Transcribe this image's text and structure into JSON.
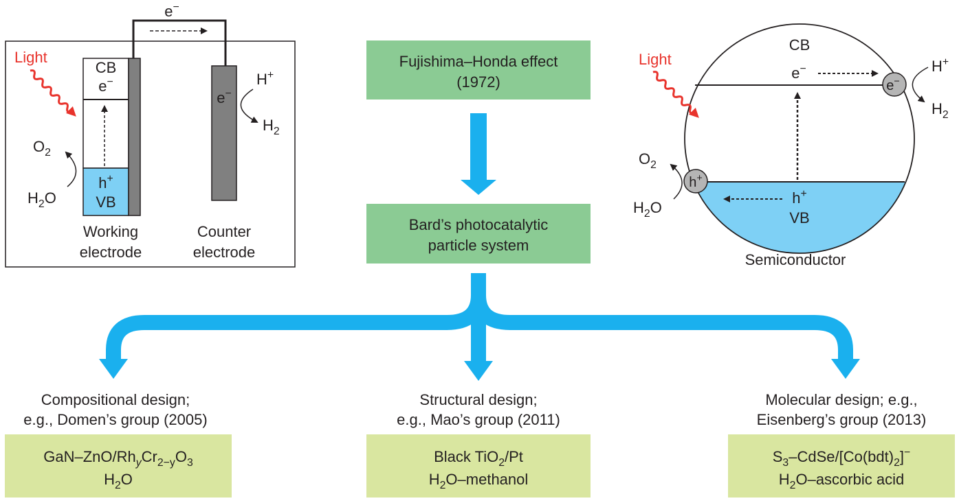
{
  "left_panel": {
    "light": "Light",
    "cb": "CB",
    "e_wire": "e",
    "e_wire_sup": "−",
    "e_cb": "e",
    "e_cb_sup": "−",
    "h_vb": "h",
    "h_vb_sup": "+",
    "vb": "VB",
    "o2": "O",
    "o2_sub": "2",
    "h2o_h": "H",
    "h2o_sub": "2",
    "h2o_o": "O",
    "e_counter": "e",
    "e_counter_sup": "−",
    "hplus": "H",
    "hplus_sup": "+",
    "h2": "H",
    "h2_sub": "2",
    "working_1": "Working",
    "working_2": "electrode",
    "counter_1": "Counter",
    "counter_2": "electrode"
  },
  "center": {
    "box1_line1": "Fujishima–Honda effect",
    "box1_line2": "(1972)",
    "box2_line1": "Bard’s photocatalytic",
    "box2_line2": "particle system"
  },
  "right_panel": {
    "light": "Light",
    "cb": "CB",
    "e_cb": "e",
    "e_cb_sup": "−",
    "e_ball": "e",
    "e_ball_sup": "−",
    "h_ball": "h",
    "h_ball_sup": "+",
    "h_vb": "h",
    "h_vb_sup": "+",
    "vb": "VB",
    "hplus": "H",
    "hplus_sup": "+",
    "h2": "H",
    "h2_sub": "2",
    "o2": "O",
    "o2_sub": "2",
    "h2o_h": "H",
    "h2o_sub": "2",
    "h2o_o": "O",
    "semiconductor": "Semiconductor"
  },
  "designs": [
    {
      "title": "Compositional design;",
      "subtitle": "e.g., Domen’s group (2005)",
      "l1_a": "GaN–ZnO/Rh",
      "l1_b": "y",
      "l1_c": "Cr",
      "l1_d": "2−y",
      "l1_e": "O",
      "l1_f": "3",
      "l2_a": "H",
      "l2_b": "2",
      "l2_c": "O"
    },
    {
      "title": "Structural design;",
      "subtitle": "e.g., Mao’s group (2011)",
      "l1_a": "Black TiO",
      "l1_b": "2",
      "l1_c": "/Pt",
      "l2_a": "H",
      "l2_b": "2",
      "l2_c": "O–methanol"
    },
    {
      "title": "Molecular design; e.g.,",
      "subtitle": "Eisenberg’s group (2013)",
      "l1_a": "S",
      "l1_b": "3",
      "l1_c": "–CdSe/[Co(bdt)",
      "l1_d": "2",
      "l1_e": "]",
      "l1_f": "−",
      "l2_a": "H",
      "l2_b": "2",
      "l2_c": "O–ascorbic acid"
    }
  ],
  "colors": {
    "green_box": "#8bcb94",
    "light_green_box": "#d9e6a0",
    "arrow_blue": "#1ab0ee",
    "vb_fill": "#7ed0f5",
    "electrode_gray": "#808080",
    "light_red": "#e8332c"
  }
}
